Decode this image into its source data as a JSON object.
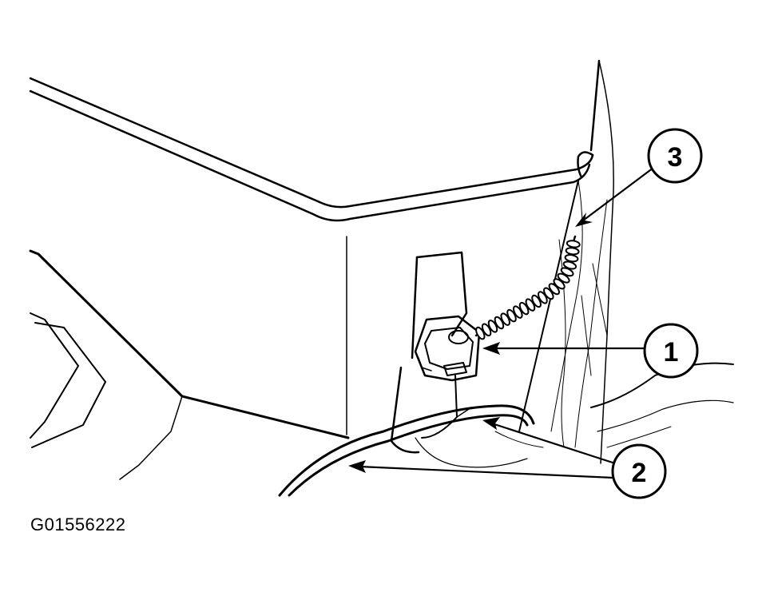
{
  "figure_id": "G01556222",
  "line_color": "#000000",
  "background_color": "#ffffff",
  "callouts": [
    {
      "label": "1"
    },
    {
      "label": "2"
    },
    {
      "label": "3"
    }
  ]
}
